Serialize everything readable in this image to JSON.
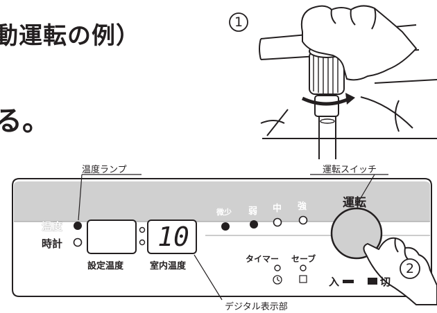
{
  "heading": {
    "line1": "動運転の例）",
    "line2": "る。"
  },
  "step_markers": {
    "step1": "①",
    "step2": "②"
  },
  "callouts": {
    "temp_lamp": "温度ランプ",
    "run_switch": "運転スイッチ",
    "digital_display": "デジタル表示部"
  },
  "panel": {
    "lamp_temp_label": "温度",
    "lamp_clock_label": "時計",
    "set_temp_label": "設定温度",
    "room_temp_label": "室内温度",
    "room_temp_value": "10",
    "fan_labels": [
      "微少",
      "弱",
      "中",
      "強"
    ],
    "timer_label": "タイマー",
    "save_label": "セーブ",
    "on_label": "入",
    "off_label": "切",
    "run_button_label": "運転"
  },
  "colors": {
    "ink": "#231f20",
    "panel_band": "#c8c8c8",
    "panel_face": "#f2f2f2"
  }
}
